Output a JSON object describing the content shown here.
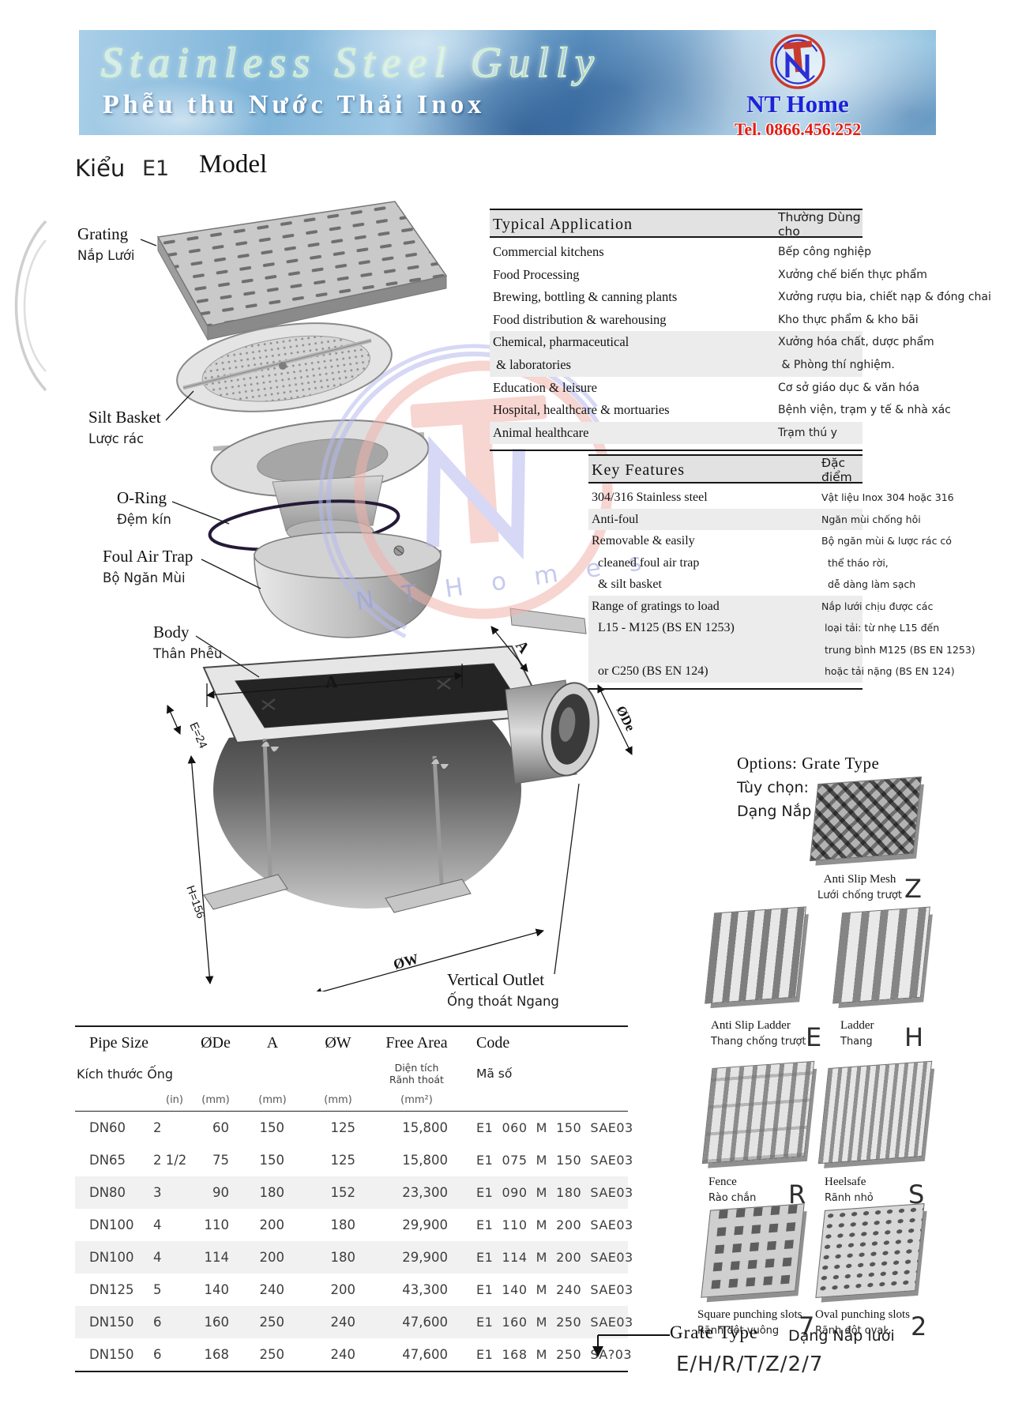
{
  "banner": {
    "title": "Stainless Steel Gully",
    "subtitle": "Phễu thu Nước Thải Inox",
    "brand": "NT Home",
    "phone": "Tel. 0866.456.252",
    "accent_blue": "#1b22d8",
    "accent_red": "#e31d14"
  },
  "model": {
    "kieu": "Kiểu",
    "code": "E1",
    "label": "Model"
  },
  "apps": {
    "header_en": "Typical Application",
    "header_vi": "Thường Dùng cho",
    "rows": [
      {
        "en": "Commercial kitchens",
        "vi": "Bếp công nghiệp"
      },
      {
        "en": "Food Processing",
        "vi": "Xưởng chế biến thực phẩm"
      },
      {
        "en": "Brewing, bottling & canning plants",
        "vi": "Xưởng rượu bia, chiết nạp & đóng chai"
      },
      {
        "en": "Food distribution & warehousing",
        "vi": "Kho thực phẩm & kho bãi"
      },
      {
        "en": "Chemical, pharmaceutical\n & laboratories",
        "vi": "Xưởng hóa chất, dược phẩm\n & Phòng thí nghiệm."
      },
      {
        "en": "Education & leisure",
        "vi": "Cơ sở giáo dục & văn hóa"
      },
      {
        "en": "Hospital, healthcare & mortuaries",
        "vi": "Bệnh viện, trạm y tế & nhà xác"
      },
      {
        "en": "Animal healthcare",
        "vi": "Trạm thú y"
      }
    ]
  },
  "features": {
    "header_en": "Key Features",
    "header_vi": "Đặc điểm",
    "rows": [
      {
        "en": "304/316 Stainless steel",
        "vi": "Vật liệu Inox 304 hoặc 316"
      },
      {
        "en": "Anti-foul",
        "vi": "Ngăn mùi chống hôi"
      },
      {
        "en": "Removable & easily\n  cleaned foul air trap\n  & silt basket",
        "vi": "Bộ ngăn mùi & lược rác có\n  thể tháo rời,\n  dễ dàng làm sạch"
      },
      {
        "en": "Range of gratings to load\n  L15 - M125 (BS EN 1253)\n\n  or C250 (BS EN 124)",
        "vi": "Nắp lưới chịu được các\n loại tải: từ nhẹ L15 đến\n trung bình M125 (BS EN 1253)\n hoặc tải nặng (BS EN 124)"
      }
    ]
  },
  "diagram": {
    "labels": [
      {
        "en": "Grating",
        "vi": "Nắp Lưới"
      },
      {
        "en": "Silt Basket",
        "vi": "Lược rác"
      },
      {
        "en": "O-Ring",
        "vi": "Đệm kín"
      },
      {
        "en": "Foul Air Trap",
        "vi": "Bộ Ngăn Mùi"
      },
      {
        "en": "Body",
        "vi": "Thân Phễu"
      },
      {
        "en": "Vertical Outlet",
        "vi": "Ống thoát Ngang"
      }
    ],
    "dims": {
      "a": "A",
      "a2": "A",
      "e": "E=24",
      "h": "H=156",
      "ode": "ØDe",
      "ow": "ØW"
    },
    "watermark": "N T  H o m e s"
  },
  "options": {
    "title": "Options: Grate Type",
    "vi1": "Tùy chọn:",
    "vi2": "Dạng Nắp Lưới",
    "grates": [
      {
        "en": "Anti Slip Mesh",
        "vi": "Lưới chống trượt",
        "code": "Z"
      },
      {
        "en": "Anti Slip Ladder",
        "vi": "Thang chống trượt",
        "code": "E"
      },
      {
        "en": "Ladder",
        "vi": "Thang",
        "code": "H"
      },
      {
        "en": "Fence",
        "vi": "Rào chắn",
        "code": "R"
      },
      {
        "en": "Heelsafe",
        "vi": "Rãnh nhỏ",
        "code": "S"
      },
      {
        "en": "Square punching slots",
        "vi": "Rãnh đột vuông",
        "code": "7"
      },
      {
        "en": "Oval punching slots",
        "vi": "Rãnh đột oval",
        "code": "2"
      }
    ]
  },
  "spec": {
    "h_pipe": "Pipe Size",
    "h_pipe_vi": "Kích thước Ống",
    "h_ode": "ØDe",
    "h_a": "A",
    "h_ow": "ØW",
    "h_area": "Free Area",
    "h_area_vi": "Diện tích\nRãnh thoát",
    "h_code": "Code",
    "h_code_vi": "Mã số",
    "units": [
      "(in)",
      "(mm)",
      "(mm)",
      "(mm)",
      "(mm²)"
    ],
    "rows": [
      [
        "DN60",
        "2",
        "60",
        "150",
        "125",
        "15,800",
        "E1  060  M  150  SAE03"
      ],
      [
        "DN65",
        "2 1/2",
        "75",
        "150",
        "125",
        "15,800",
        "E1  075  M  150  SAE03"
      ],
      [
        "DN80",
        "3",
        "90",
        "180",
        "152",
        "23,300",
        "E1  090  M  180  SAE03"
      ],
      [
        "DN100",
        "4",
        "110",
        "200",
        "180",
        "29,900",
        "E1  110  M  200  SAE03"
      ],
      [
        "DN100",
        "4",
        "114",
        "200",
        "180",
        "29,900",
        "E1  114  M  200  SAE03"
      ],
      [
        "DN125",
        "5",
        "140",
        "240",
        "200",
        "43,300",
        "E1  140  M  240  SAE03"
      ],
      [
        "DN150",
        "6",
        "160",
        "250",
        "240",
        "47,600",
        "E1  160  M  250  SAE03"
      ],
      [
        "DN150",
        "6",
        "168",
        "250",
        "240",
        "47,600",
        "E1  168  M  250  SA?03"
      ]
    ]
  },
  "note": {
    "en": "Grate Type",
    "vi": "Dạng Nắp lưới",
    "codes": "E/H/R/T/Z/2/7"
  }
}
